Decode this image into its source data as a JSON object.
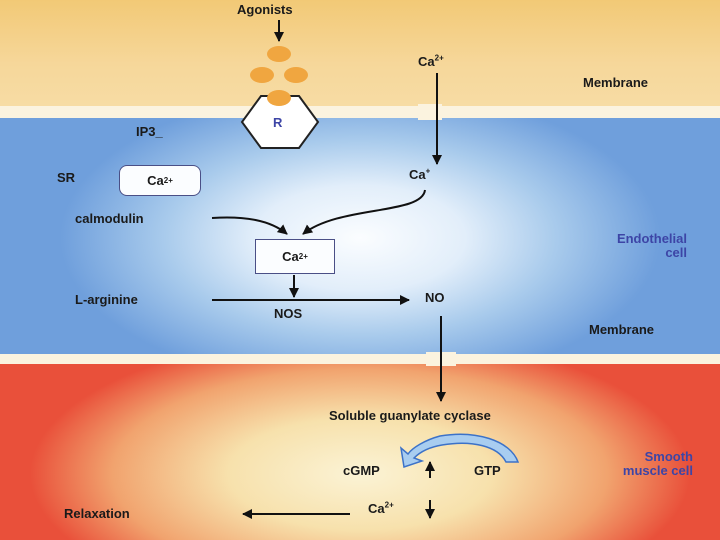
{
  "labels": {
    "agonists": "Agonists",
    "ca_top": "Ca",
    "ca_top_sup": "2+",
    "membrane_top": "Membrane",
    "receptor": "R",
    "ip3": "IP3_",
    "sr": "SR",
    "sr_box_ca": "Ca",
    "sr_box_sup": "2+",
    "ca_right": "Ca",
    "ca_right_sup": "+",
    "calmodulin": "calmodulin",
    "center_box_ca": "Ca",
    "center_box_sup": "2+",
    "endothelial_line1": "Endothelial",
    "endothelial_line2": "cell",
    "l_arginine": "L-arginine",
    "no": "NO",
    "nos": "NOS",
    "membrane_bottom": "Membrane",
    "soluble_gc": "Soluble guanylate cyclase",
    "smooth_line1": "Smooth",
    "smooth_line2": "muscle cell",
    "cgmp": "cGMP",
    "gtp": "GTP",
    "relaxation": "Relaxation",
    "ca_bottom": "Ca",
    "ca_bottom_sup": "2+"
  },
  "colors": {
    "top_band": "#f2c976",
    "endothelial_band": "#6f9fdc",
    "smooth_band": "#e9503a",
    "agonist_dot": "#f0a640",
    "arrow": "#111111",
    "curved_arrow_fill": "#a8cdf0",
    "curved_arrow_stroke": "#3c72c8",
    "label_blue": "#3d45a6"
  }
}
